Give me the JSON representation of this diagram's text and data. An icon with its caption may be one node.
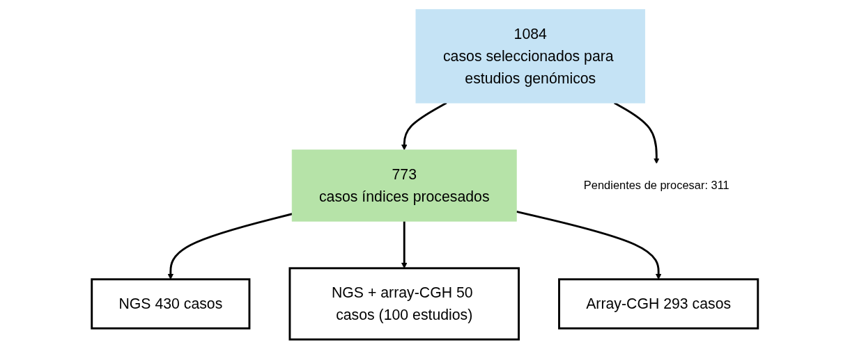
{
  "diagram": {
    "nodes": [
      {
        "text": [
          "1084",
          "casos seleccionados para estudios genómicos"
        ]
      },
      {
        "text": [
          "773",
          "casos índices procesados"
        ]
      },
      {
        "text": [
          "Pendientes de procesar: 311"
        ]
      },
      {
        "text": [
          "NGS 430 casos"
        ]
      },
      {
        "text": [
          "NGS + array-CGH 50 casos (100 estudios)"
        ]
      },
      {
        "text": [
          "Array-CGH 293 casos"
        ]
      }
    ],
    "edges": [
      {
        "from": 0,
        "to": 1,
        "arrow": "to"
      },
      {
        "from": 0,
        "to": 2,
        "arrow": "to"
      },
      {
        "from": 1,
        "to": 3,
        "arrow": "to"
      },
      {
        "from": 1,
        "to": 4,
        "arrow": "to"
      },
      {
        "from": 1,
        "to": 5,
        "arrow": "to"
      }
    ]
  }
}
